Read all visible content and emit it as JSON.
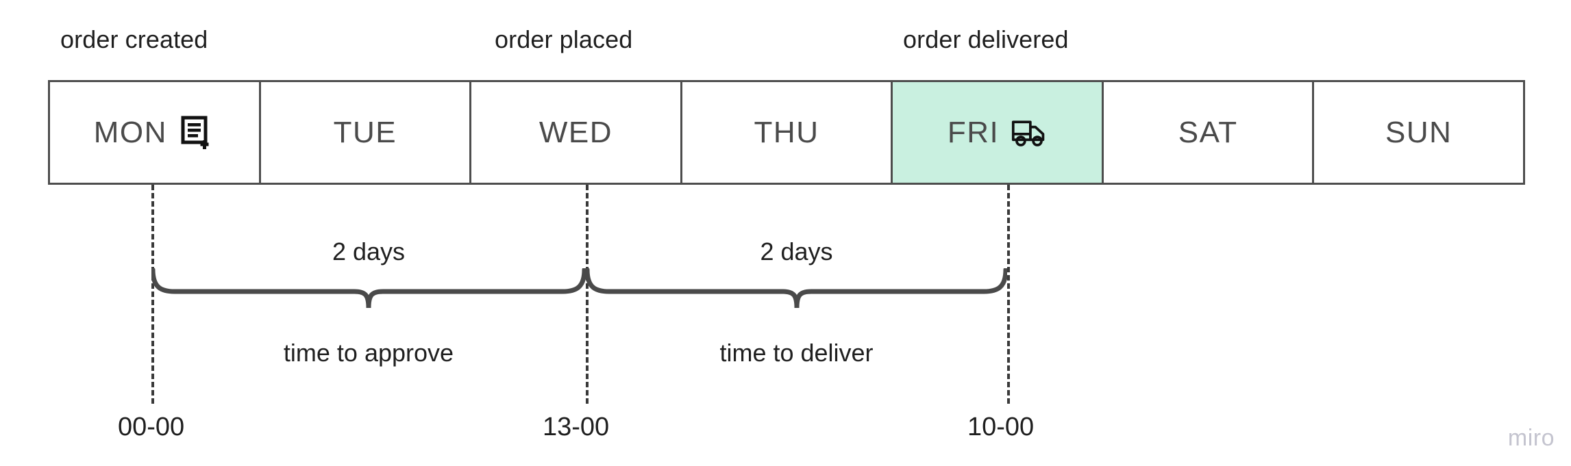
{
  "milestones": [
    {
      "id": "order-created",
      "label": "order created"
    },
    {
      "id": "order-placed",
      "label": "order placed"
    },
    {
      "id": "order-delivered",
      "label": "order delivered"
    }
  ],
  "week": {
    "days": [
      {
        "label": "MON",
        "icon": "document-add-icon",
        "highlighted": false
      },
      {
        "label": "TUE",
        "icon": "",
        "highlighted": false
      },
      {
        "label": "WED",
        "icon": "",
        "highlighted": false
      },
      {
        "label": "THU",
        "icon": "",
        "highlighted": false
      },
      {
        "label": "FRI",
        "icon": "delivery-truck-icon",
        "highlighted": true
      },
      {
        "label": "SAT",
        "icon": "",
        "highlighted": false
      },
      {
        "label": "SUN",
        "icon": "",
        "highlighted": false
      }
    ],
    "highlight_color": "#c9f0e0",
    "border_color": "#4d4d4d",
    "text_color": "#4a4a4a"
  },
  "spans": [
    {
      "id": "time-to-approve",
      "duration": "2 days",
      "caption": "time to approve"
    },
    {
      "id": "time-to-deliver",
      "duration": "2 days",
      "caption": "time to deliver"
    }
  ],
  "timestamps": [
    {
      "id": "created-time",
      "value": "00-00"
    },
    {
      "id": "placed-time",
      "value": "13-00"
    },
    {
      "id": "delivered-time",
      "value": "10-00"
    }
  ],
  "watermark": {
    "text": "miro",
    "color": "#c4c4cf"
  }
}
